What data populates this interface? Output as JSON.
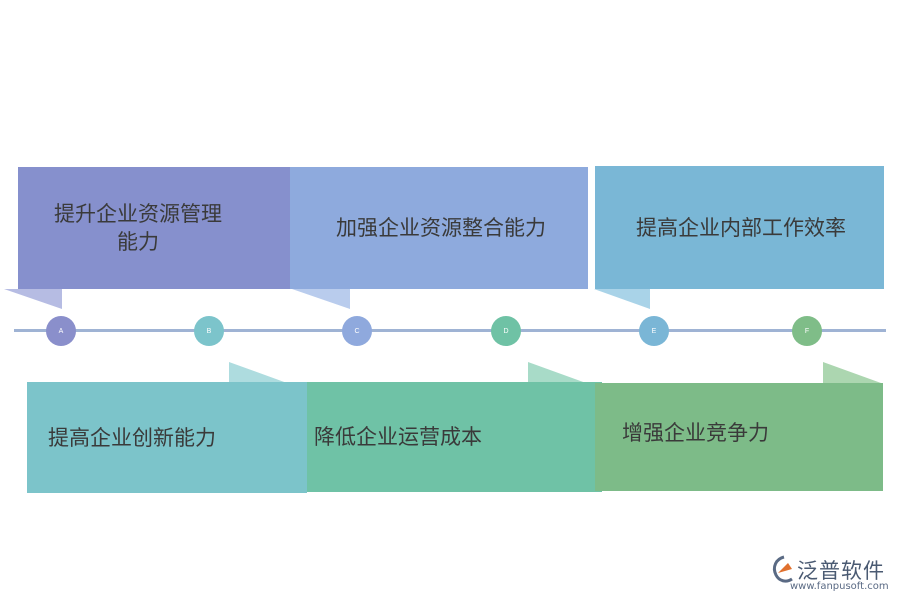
{
  "nodes": [
    {
      "label": "A",
      "color": "#8a8fcb"
    },
    {
      "label": "B",
      "color": "#7cc4cb"
    },
    {
      "label": "C",
      "color": "#8fa9dd"
    },
    {
      "label": "D",
      "color": "#6fc2a5"
    },
    {
      "label": "E",
      "color": "#7ab6d6"
    },
    {
      "label": "F",
      "color": "#7fbd88"
    }
  ],
  "top_boxes": [
    {
      "lines": [
        "提升企业资源管理",
        "能力"
      ],
      "color": "#8690cd"
    },
    {
      "lines": [
        "加强企业资源整合能力"
      ],
      "color": "#8eaadd"
    },
    {
      "lines": [
        "提高企业内部工作效率"
      ],
      "color": "#7ab7d6"
    }
  ],
  "bottom_boxes": [
    {
      "lines": [
        "提高企业创新能力"
      ],
      "color": "#7cc4ca"
    },
    {
      "lines": [
        "降低企业运营成本"
      ],
      "color": "#6fc2a6"
    },
    {
      "lines": [
        "增强企业竞争力"
      ],
      "color": "#7dbb88"
    }
  ],
  "logo": {
    "name": "泛普软件",
    "url": "www.fanpusoft.com"
  }
}
